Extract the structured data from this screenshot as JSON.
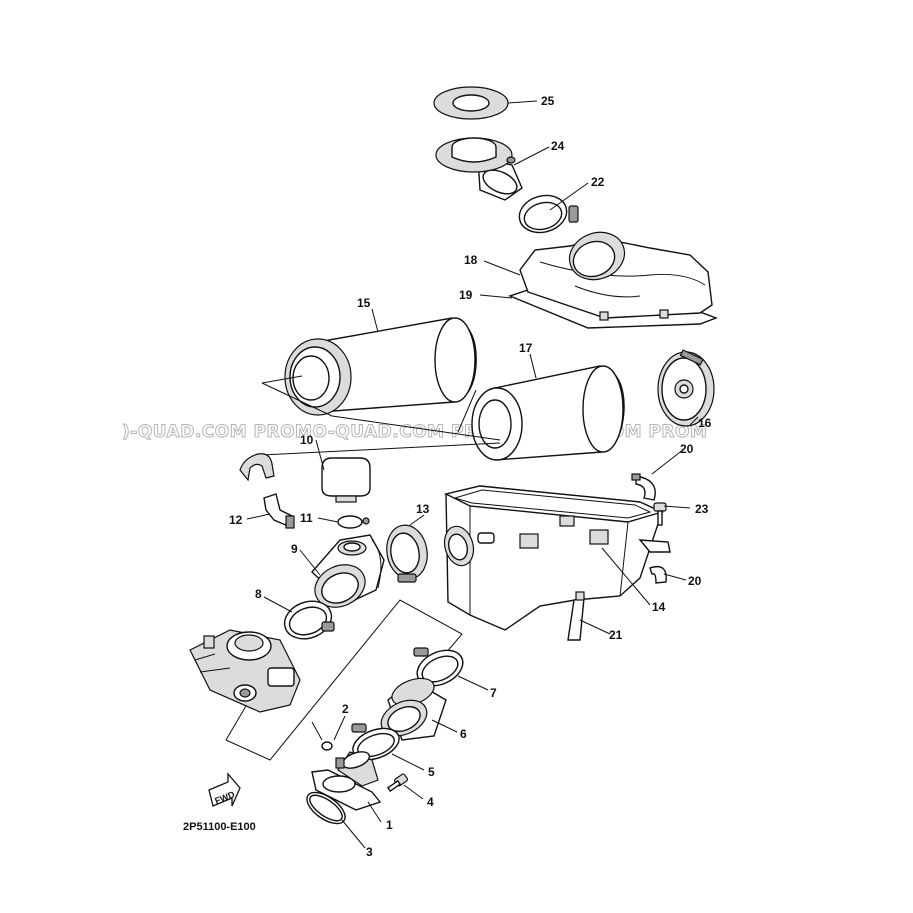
{
  "diagram": {
    "drawing_code": "2P51100-E100",
    "watermark": ")-QUAD.COM    PROMO-QUAD.COM    PROMO-QUAD.COM    PROM",
    "fwd_label": "FWD",
    "callouts": [
      {
        "id": "c1",
        "label": "1"
      },
      {
        "id": "c2",
        "label": "2"
      },
      {
        "id": "c3",
        "label": "3"
      },
      {
        "id": "c4",
        "label": "4"
      },
      {
        "id": "c5",
        "label": "5"
      },
      {
        "id": "c6",
        "label": "6"
      },
      {
        "id": "c7",
        "label": "7"
      },
      {
        "id": "c8",
        "label": "8"
      },
      {
        "id": "c9",
        "label": "9"
      },
      {
        "id": "c10",
        "label": "10"
      },
      {
        "id": "c11",
        "label": "11"
      },
      {
        "id": "c12",
        "label": "12"
      },
      {
        "id": "c13",
        "label": "13"
      },
      {
        "id": "c14",
        "label": "14"
      },
      {
        "id": "c15",
        "label": "15"
      },
      {
        "id": "c16",
        "label": "16"
      },
      {
        "id": "c17",
        "label": "17"
      },
      {
        "id": "c18",
        "label": "18"
      },
      {
        "id": "c19",
        "label": "19"
      },
      {
        "id": "c20a",
        "label": "20"
      },
      {
        "id": "c20b",
        "label": "20"
      },
      {
        "id": "c21",
        "label": "21"
      },
      {
        "id": "c22",
        "label": "22"
      },
      {
        "id": "c23",
        "label": "23"
      },
      {
        "id": "c24",
        "label": "24"
      },
      {
        "id": "c25",
        "label": "25"
      }
    ]
  }
}
